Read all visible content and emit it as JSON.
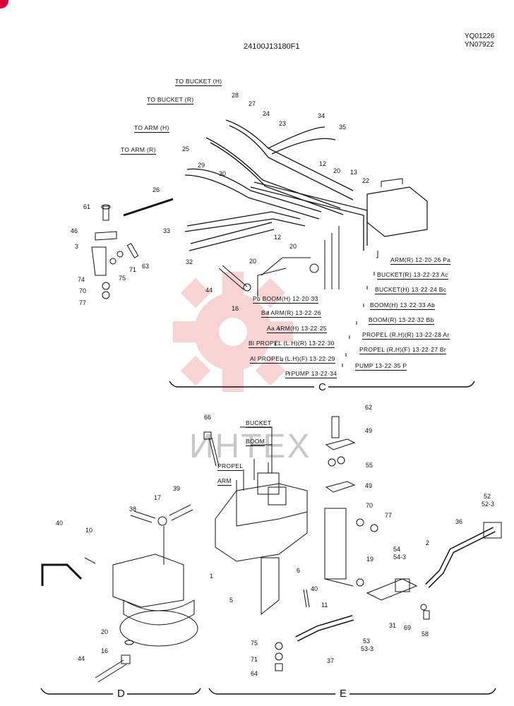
{
  "header": {
    "code": "24100J13180F1",
    "ref1": "YQ01226",
    "ref2": "YN07922"
  },
  "watermark": "ИНТЕХ",
  "sections": {
    "c": "C",
    "d": "D",
    "e": "E"
  },
  "hose_destinations": [
    "TO BUCKET (H)",
    "TO BUCKET (R)",
    "TO ARM (H)",
    "TO ARM (R)"
  ],
  "port_table": [
    "ARM(R) 12·20·26 Pa",
    "BUCKET(R) 13·22·23 Ac",
    "BUCKET(H) 13·22·24 Bc",
    "BOOM(H) 13·22·33 Ab",
    "BOOM(R) 13·22·32 Bb",
    "PROPEL (R.H)(R) 13·22·28 Ar",
    "PROPEL (R.H)(F) 13·22·27 Br",
    "PUMP 13·22·35 P",
    "Pb BOOM(H) 12·20·33",
    "Ba ARM(R) 13·22·26",
    "Aa ARM(H) 13·22·25",
    "Bl PROPEL (L.H)(R) 13·22·30",
    "Al PROPEL (L.H)(F) 13·22·29",
    "P PUMP 13·22·34"
  ],
  "valve_labels": [
    "BUCKET",
    "BOOM",
    "PROPEL",
    "ARM"
  ],
  "parts_c": [
    "28",
    "27",
    "24",
    "23",
    "34",
    "35",
    "25",
    "29",
    "30",
    "26",
    "61",
    "12",
    "20",
    "13",
    "22",
    "46",
    "3",
    "33",
    "32",
    "71",
    "63",
    "74",
    "75",
    "70",
    "77",
    "44",
    "16",
    "20",
    "12",
    "20"
  ],
  "parts_d": [
    "40",
    "10",
    "38",
    "17",
    "39",
    "20",
    "16",
    "44"
  ],
  "parts_e": [
    "66",
    "62",
    "49",
    "55",
    "49",
    "70",
    "77",
    "1",
    "6",
    "5",
    "19",
    "36",
    "2",
    "54",
    "54-3",
    "52",
    "52-3",
    "40",
    "11",
    "53",
    "53-3",
    "31",
    "69",
    "58",
    "37",
    "75",
    "71",
    "64"
  ]
}
